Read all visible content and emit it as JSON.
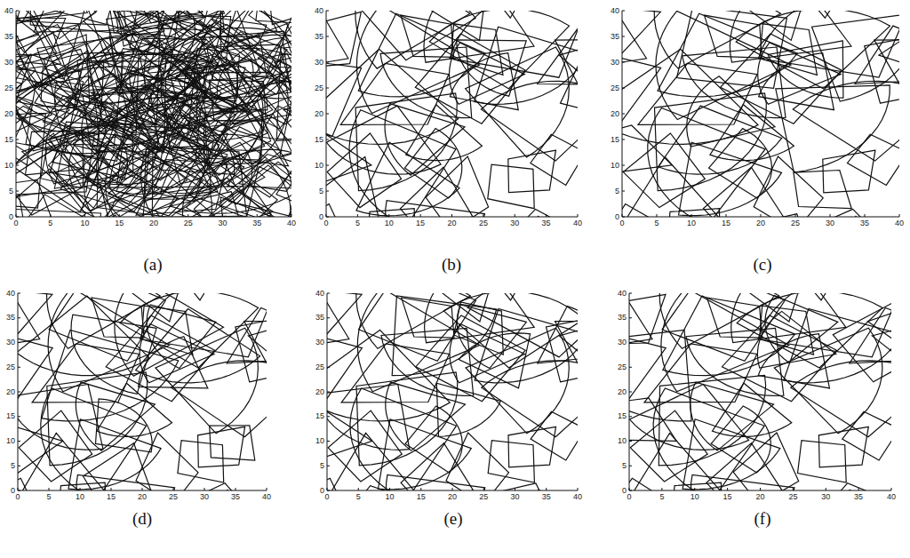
{
  "diagram": {
    "labels": [
      "0",
      "5",
      "10",
      "15",
      "20",
      "25",
      "30",
      "35",
      "40",
      "0",
      "5",
      "10",
      "15",
      "20",
      "25",
      "30",
      "35",
      "40",
      "(a)",
      "0",
      "5",
      "10",
      "15",
      "20",
      "25",
      "30",
      "35",
      "40",
      "0",
      "5",
      "10",
      "15",
      "20",
      "25",
      "30",
      "35",
      "40",
      "(b)",
      "0",
      "5",
      "10",
      "15",
      "20",
      "25",
      "30",
      "35",
      "40",
      "0",
      "5",
      "10",
      "15",
      "20",
      "25",
      "30",
      "35",
      "40",
      "(c)",
      "0",
      "5",
      "10",
      "15",
      "20",
      "25",
      "30",
      "35",
      "40",
      "0",
      "5",
      "10",
      "15",
      "20",
      "25",
      "30",
      "35",
      "40",
      "(d)",
      "0",
      "5",
      "10",
      "15",
      "20",
      "25",
      "30",
      "35",
      "40",
      "0",
      "5",
      "10",
      "15",
      "20",
      "25",
      "30",
      "35",
      "40",
      "(e)",
      "0",
      "5",
      "10",
      "15",
      "20",
      "25",
      "30",
      "35",
      "40",
      "0",
      "5",
      "10",
      "15",
      "20",
      "25",
      "30",
      "35",
      "40",
      "(f)"
    ]
  }
}
